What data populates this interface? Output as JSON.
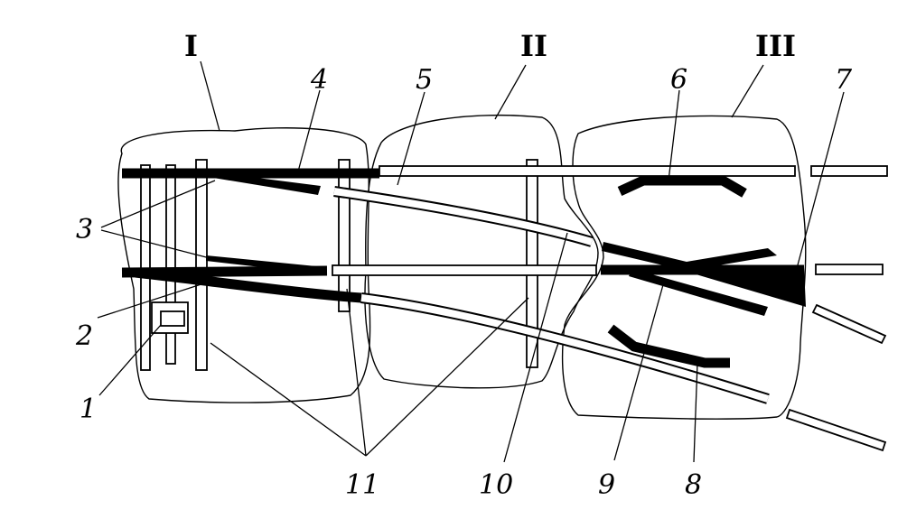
{
  "zones": [
    {
      "id": "I",
      "label": "I"
    },
    {
      "id": "II",
      "label": "II"
    },
    {
      "id": "III",
      "label": "III"
    }
  ],
  "callouts": [
    {
      "id": "1",
      "label": "1"
    },
    {
      "id": "2",
      "label": "2"
    },
    {
      "id": "3",
      "label": "3"
    },
    {
      "id": "4",
      "label": "4"
    },
    {
      "id": "5",
      "label": "5"
    },
    {
      "id": "6",
      "label": "6"
    },
    {
      "id": "7",
      "label": "7"
    },
    {
      "id": "8",
      "label": "8"
    },
    {
      "id": "9",
      "label": "9"
    },
    {
      "id": "10",
      "label": "10"
    },
    {
      "id": "11",
      "label": "11"
    }
  ]
}
